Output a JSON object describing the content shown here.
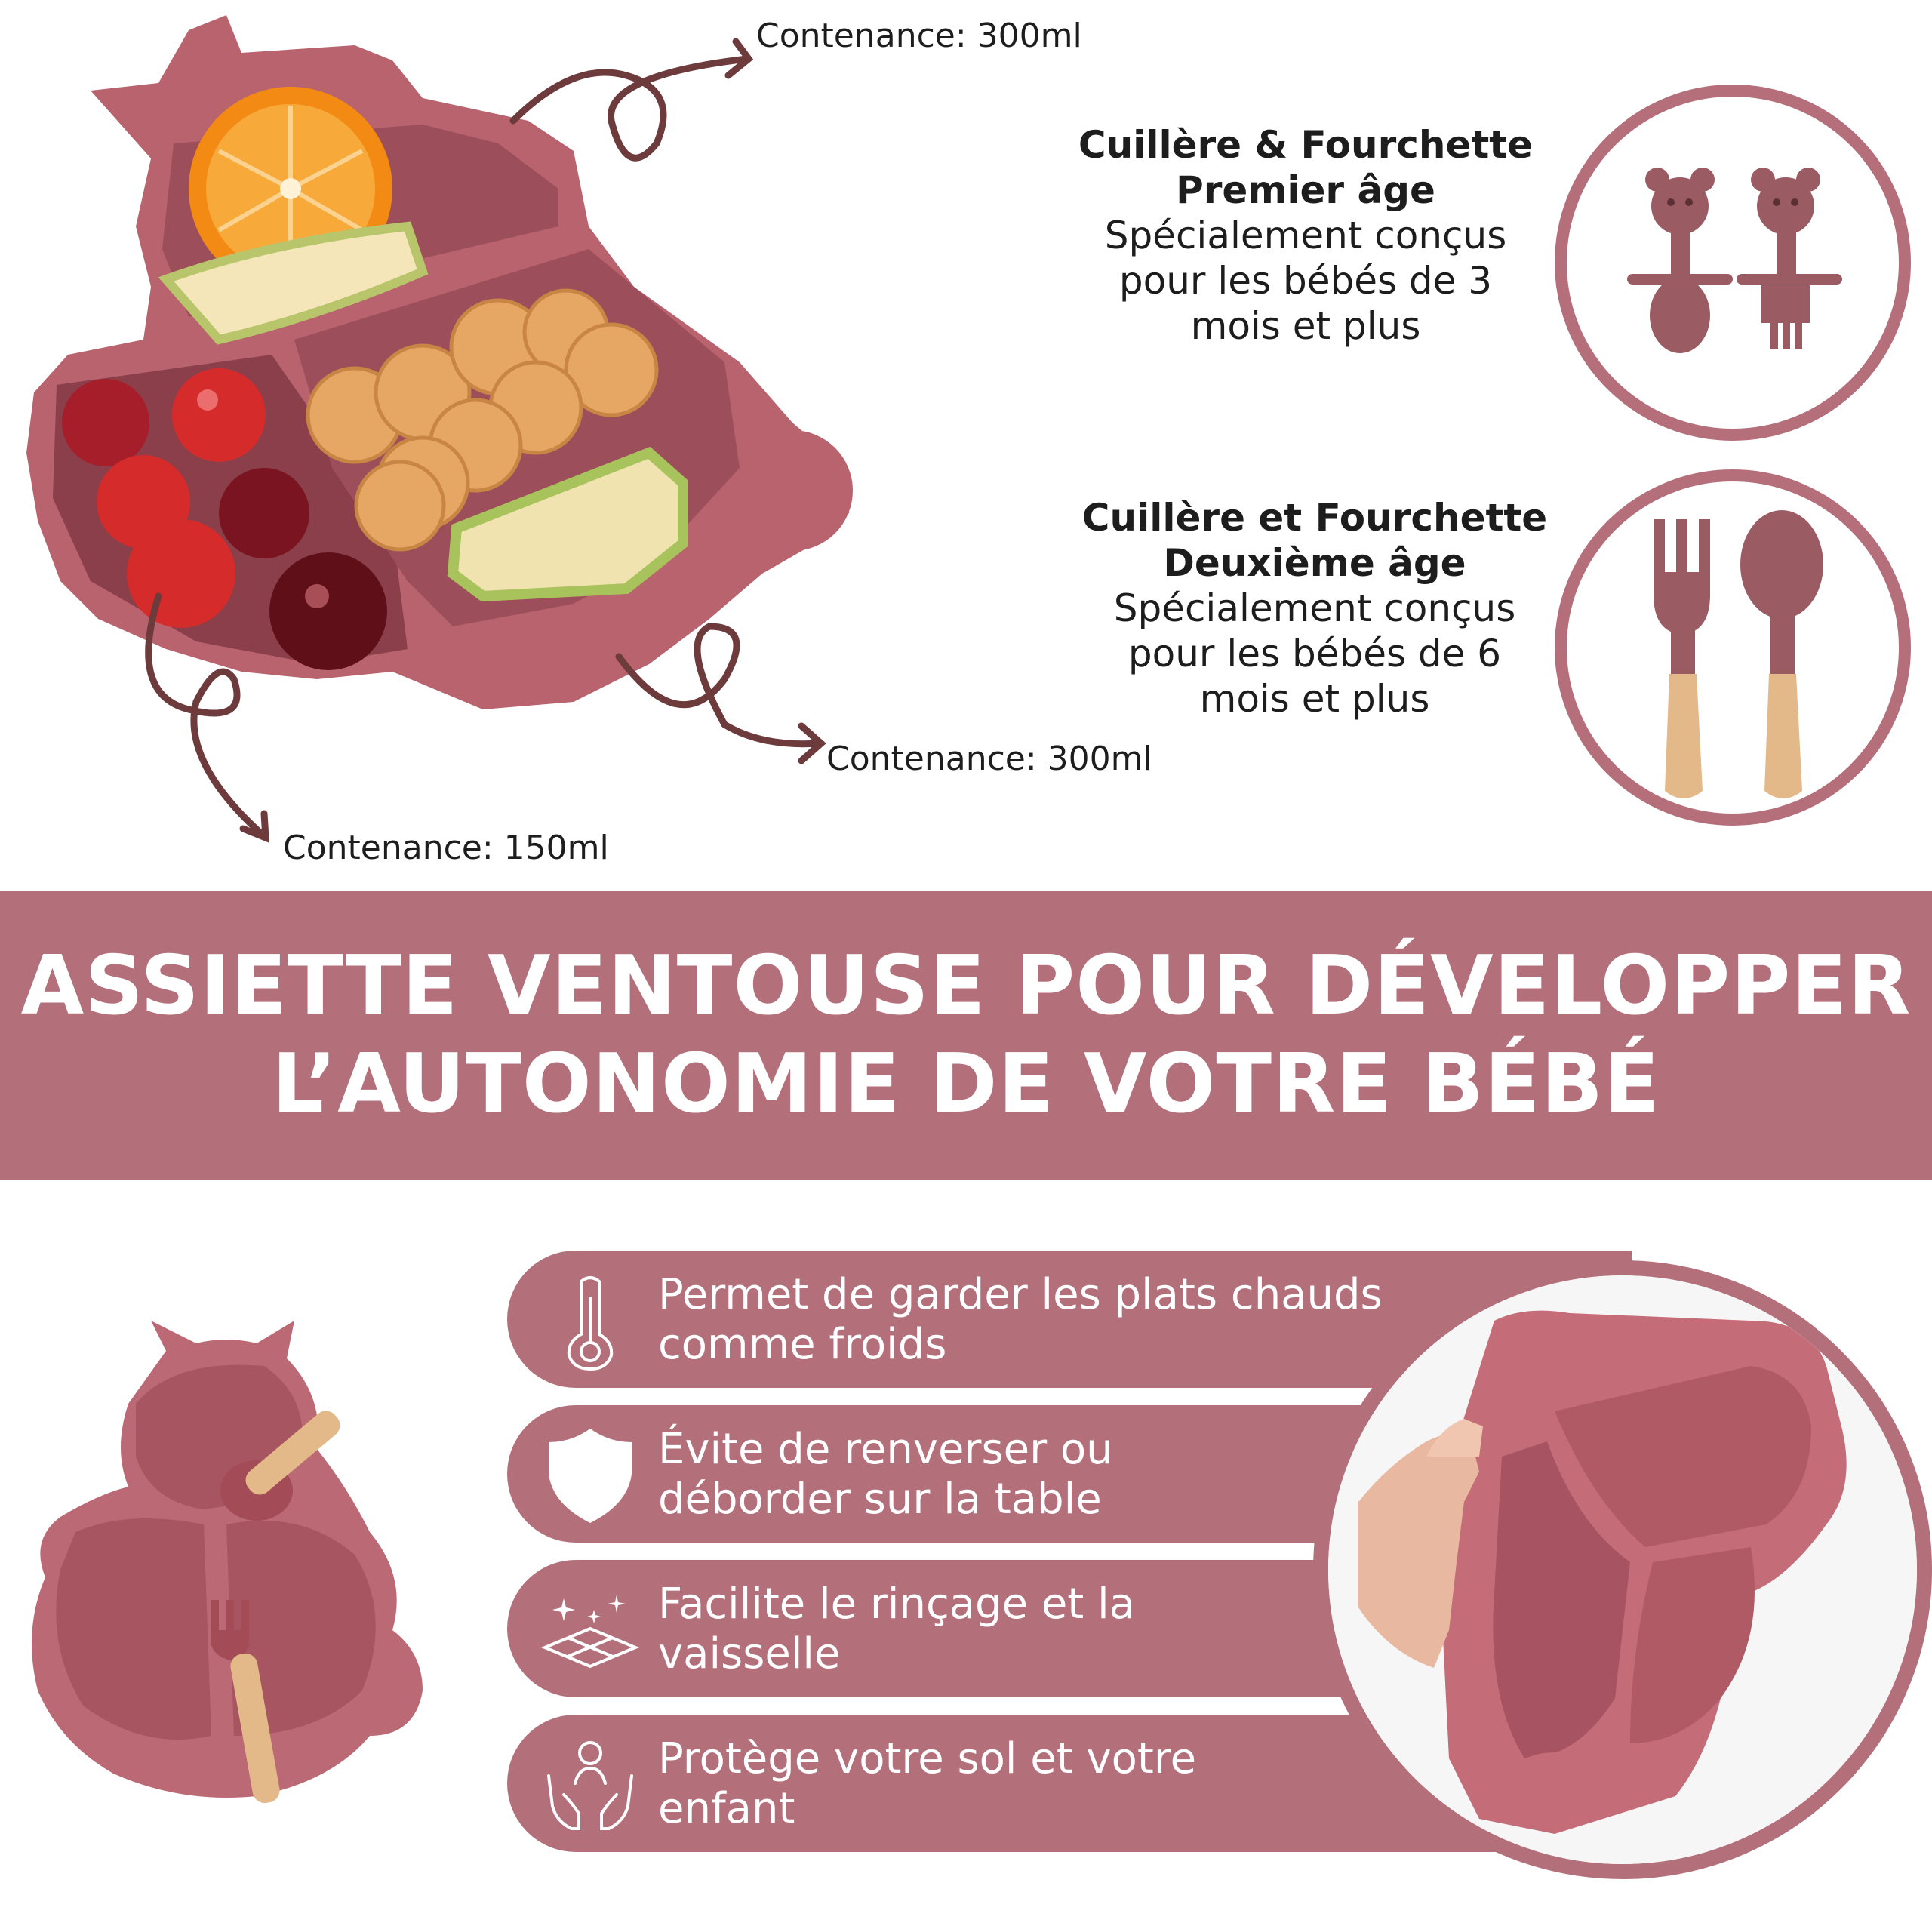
{
  "captions": {
    "top_compartment": "Contenance: 300ml",
    "right_compartment": "Contenance: 300ml",
    "left_compartment": "Contenance: 150ml"
  },
  "utensils": [
    {
      "title_line1": "Cuillère & Fourchette",
      "title_line2": "Premier âge",
      "desc_line1": "Spécialement conçus",
      "desc_line2": "pour les bébés de 3",
      "desc_line3": "mois et plus",
      "icon": "bear-spoon-fork-icon"
    },
    {
      "title_line1": "Cuillère et Fourchette",
      "title_line2": "Deuxième âge",
      "desc_line1": "Spécialement conçus",
      "desc_line2": "pour les bébés de 6",
      "desc_line3": "mois et plus",
      "icon": "wooden-spoon-fork-icon"
    }
  ],
  "banner": {
    "line1": "ASSIETTE VENTOUSE POUR DÉVELOPPER",
    "line2": "L’AUTONOMIE DE VOTRE BÉBÉ"
  },
  "features": [
    {
      "line1": "Permet de garder les plats chauds",
      "line2": "comme froids",
      "icon": "thermometer-icon"
    },
    {
      "line1": "Évite de renverser ou",
      "line2": "déborder sur la table",
      "icon": "shield-icon"
    },
    {
      "line1": "Facilite le rinçage et la",
      "line2": "vaisselle",
      "icon": "clean-tiles-icon"
    },
    {
      "line1": "Protège votre sol et votre",
      "line2": "enfant",
      "icon": "caring-hands-icon"
    }
  ],
  "colors": {
    "brand_rose": "#b3707b",
    "plate": "#b8636e",
    "plate_dark": "#9c4e5a",
    "text": "#1d1d1d",
    "arrow": "#6e3b3c",
    "wood": "#e3b98a"
  }
}
